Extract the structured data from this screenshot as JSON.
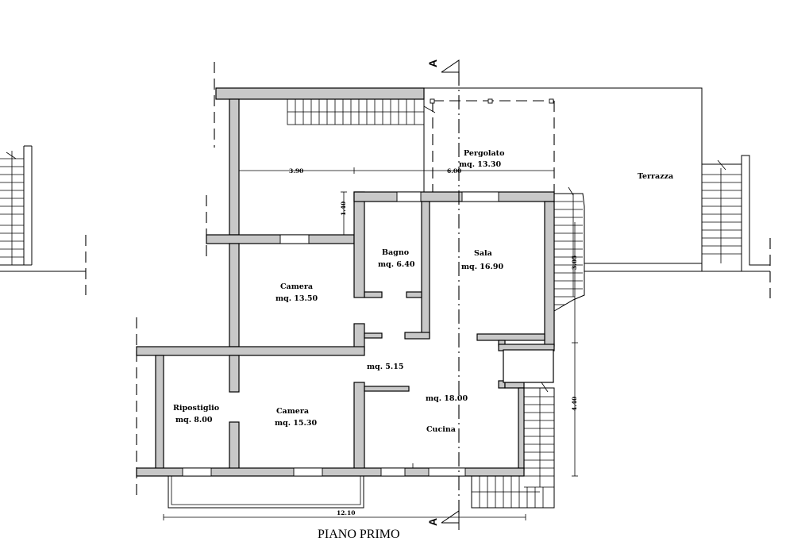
{
  "drawing_title": "PIANO PRIMO",
  "section_marker": "A",
  "rooms": {
    "pergolato": {
      "name": "Pergolato",
      "area": "mq. 13.30"
    },
    "terrazza": {
      "name": "Terrazza"
    },
    "bagno": {
      "name": "Bagno",
      "area": "mq. 6.40"
    },
    "sala": {
      "name": "Sala",
      "area": "mq. 16.90"
    },
    "camera_1": {
      "name": "Camera",
      "area": "mq. 13.50"
    },
    "disimpegno": {
      "area": "mq. 5.15"
    },
    "ripostiglio": {
      "name": "Ripostiglio",
      "area": "mq. 8.00"
    },
    "camera_2": {
      "name": "Camera",
      "area": "mq. 15.30"
    },
    "cucina": {
      "name": "Cucina",
      "area": "mq. 18.00"
    }
  },
  "dimensions": {
    "top_left": "3.90",
    "top_right": "6.00",
    "vertical_1": "1.40",
    "right_upper": "3.05",
    "right_lower": "4.40",
    "bottom_total": "12.10"
  }
}
